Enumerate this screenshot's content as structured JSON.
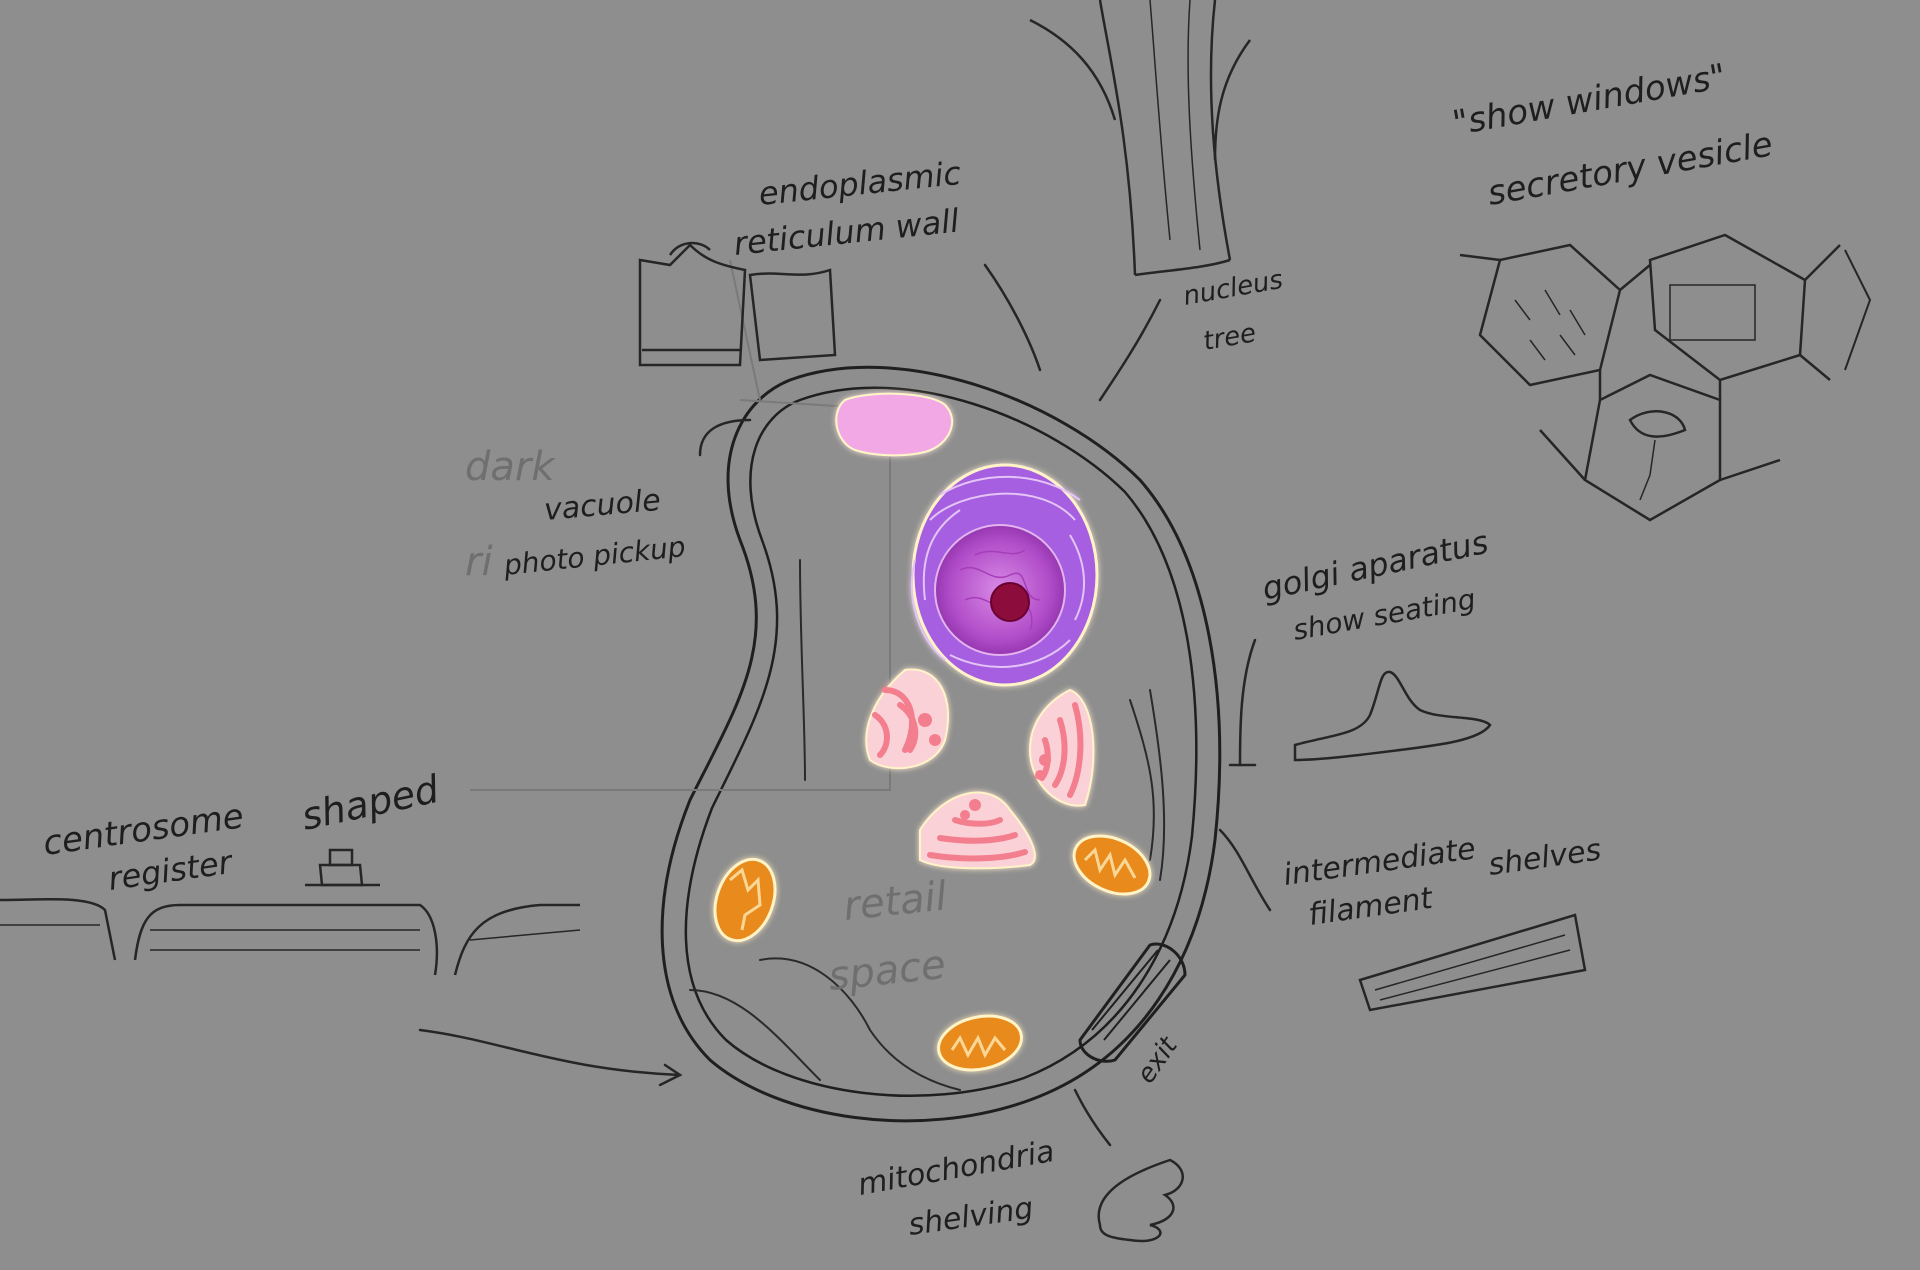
{
  "labels": {
    "er_line1": "endoplasmic",
    "er_line2": "reticulum wall",
    "nucleus_line1": "nucleus",
    "nucleus_line2": "tree",
    "show_windows": "\"show windows\"",
    "secretory": "secretory vesicle",
    "dark": "dark",
    "vacuole": "vacuole",
    "photo_pickup": "photo pickup",
    "ri": "ri",
    "golgi_line1": "golgi aparatus",
    "golgi_line2": "show seating",
    "centrosome_line1": "centrosome",
    "centrosome_line2": "register",
    "shaped": "shaped",
    "retail": "retail",
    "space": "space",
    "intermediate_line1": "intermediate",
    "intermediate_line2": "filament",
    "shelves": "shelves",
    "exit": "exit",
    "mito_line1": "mitochondria",
    "mito_line2": "shelving"
  },
  "colors": {
    "background": "#8e8e8e",
    "pencil": "#1f1f1f",
    "vacuole": "#f3a8e6",
    "nucleus_er": "#a55fe0",
    "nucleus": "#c25bd0",
    "nucleolus": "#8c0a3a",
    "golgi": "#f27e8e",
    "mitochondria": "#e88a1e"
  }
}
